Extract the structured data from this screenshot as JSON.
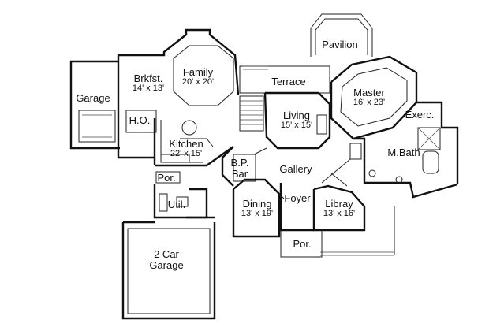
{
  "rooms": {
    "garage_left": {
      "name": "Garage"
    },
    "breakfast": {
      "name": "Brkfst.",
      "dims": "14' x 13'"
    },
    "family": {
      "name": "Family",
      "dims": "20' x 20'"
    },
    "terrace": {
      "name": "Terrace"
    },
    "pavilion": {
      "name": "Pavilion"
    },
    "master": {
      "name": "Master",
      "dims": "16' x 23'"
    },
    "ho": {
      "name": "H.O."
    },
    "living": {
      "name": "Living",
      "dims": "15' x 15'"
    },
    "kitchen": {
      "name": "Kitchen",
      "dims": "22' x 15'"
    },
    "exercise": {
      "name": "Exerc."
    },
    "master_bath": {
      "name": "M.Bath"
    },
    "bp_bar": {
      "name": "B.P.\nBar"
    },
    "gallery": {
      "name": "Gallery"
    },
    "porch_side": {
      "name": "Por."
    },
    "dining": {
      "name": "Dining",
      "dims": "13' x 19'"
    },
    "foyer": {
      "name": "Foyer"
    },
    "library": {
      "name": "Libray",
      "dims": "13' x 16'"
    },
    "utility": {
      "name": "Util."
    },
    "porch_front": {
      "name": "Por."
    },
    "garage_two_car": {
      "name": "2 Car\nGarage"
    }
  }
}
